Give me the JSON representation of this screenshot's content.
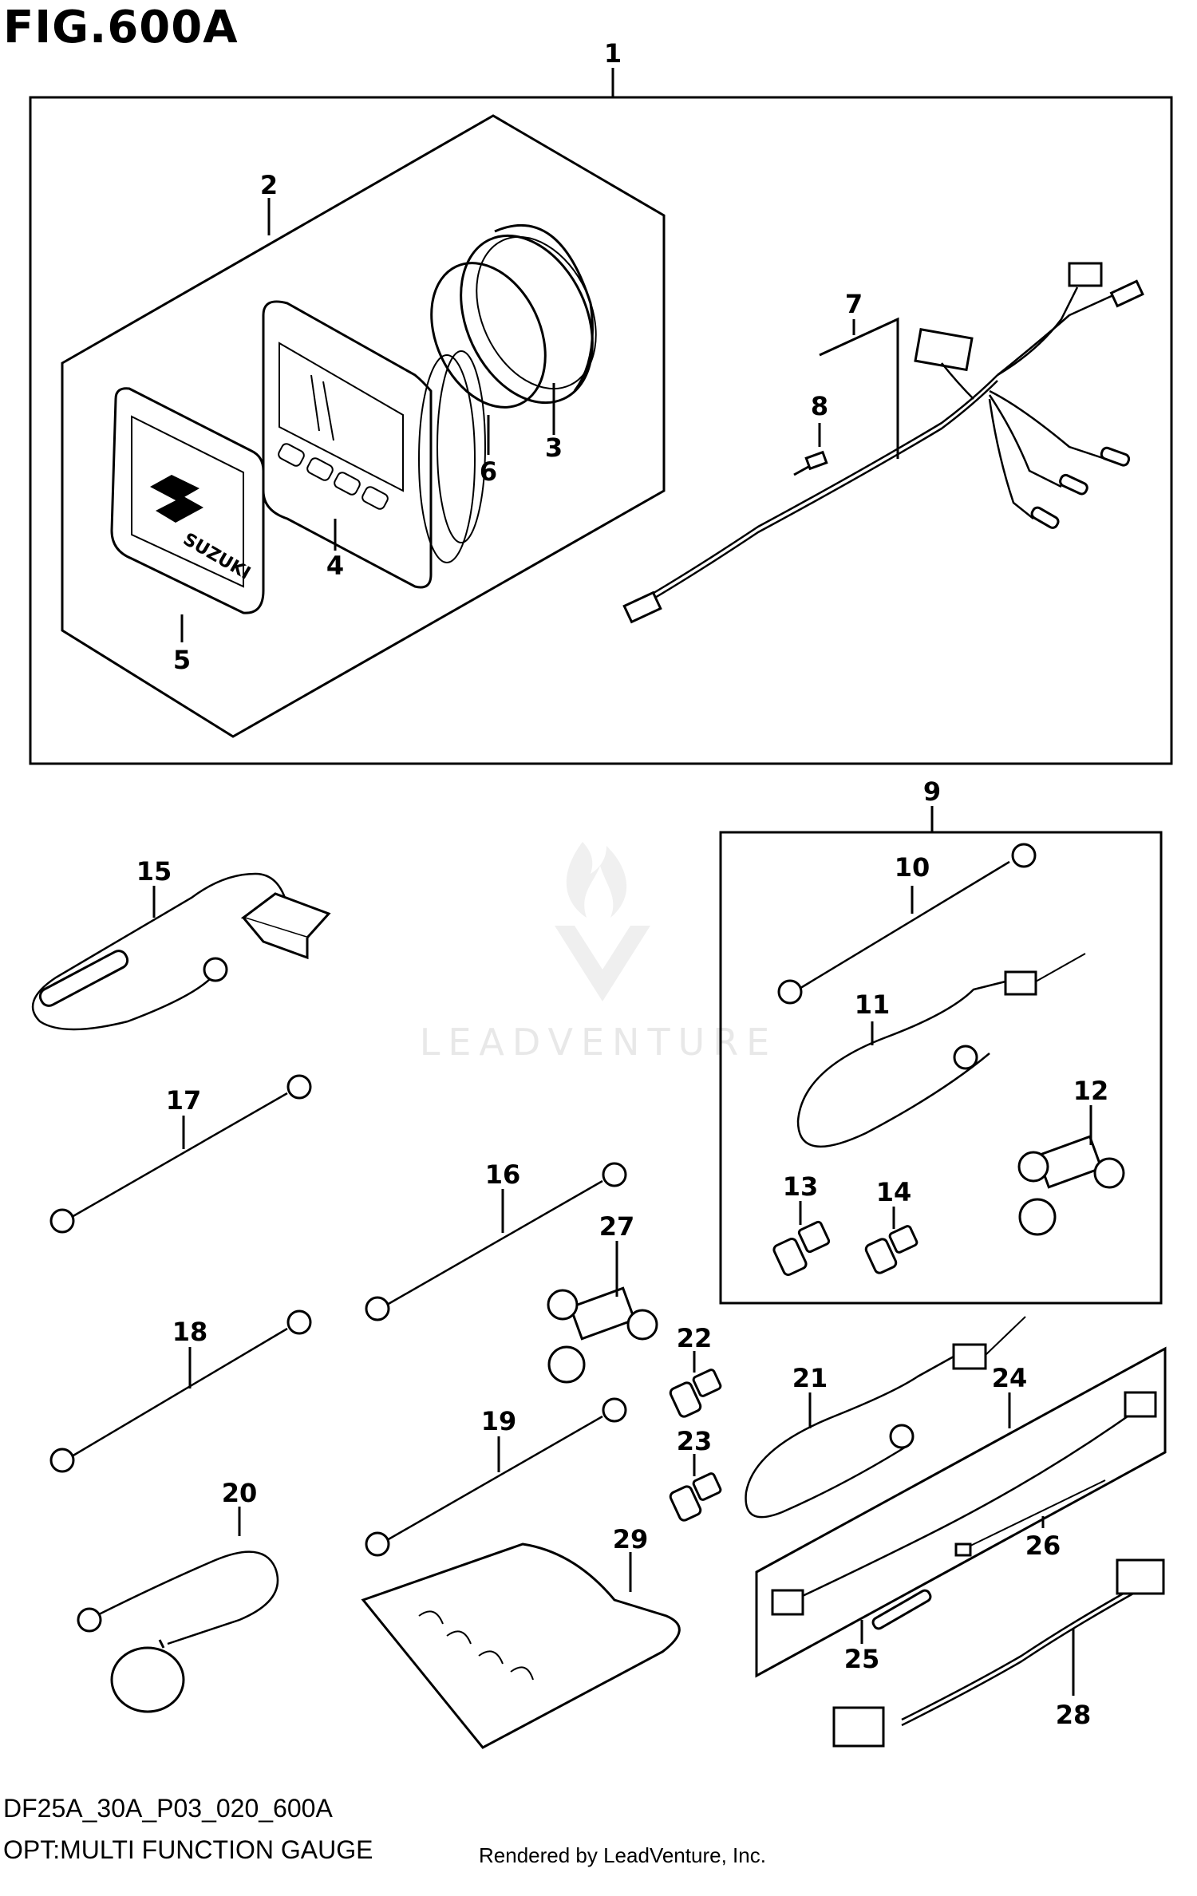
{
  "figure": {
    "title": "FIG.600A",
    "code": "DF25A_30A_P03_020_600A",
    "name": "OPT:MULTI FUNCTION GAUGE",
    "rendered_by": "Rendered by LeadVenture, Inc.",
    "watermark": "LEADVENTURE",
    "brand_on_gauge": "SUZUKI"
  },
  "callouts": {
    "c1": "1",
    "c2": "2",
    "c3": "3",
    "c4": "4",
    "c5": "5",
    "c6": "6",
    "c7": "7",
    "c8": "8",
    "c9": "9",
    "c10": "10",
    "c11": "11",
    "c12": "12",
    "c13": "13",
    "c14": "14",
    "c15": "15",
    "c16": "16",
    "c17": "17",
    "c18": "18",
    "c19": "19",
    "c20": "20",
    "c21": "21",
    "c22": "22",
    "c23": "23",
    "c24": "24",
    "c25": "25",
    "c26": "26",
    "c27": "27",
    "c28": "28",
    "c29": "29"
  }
}
